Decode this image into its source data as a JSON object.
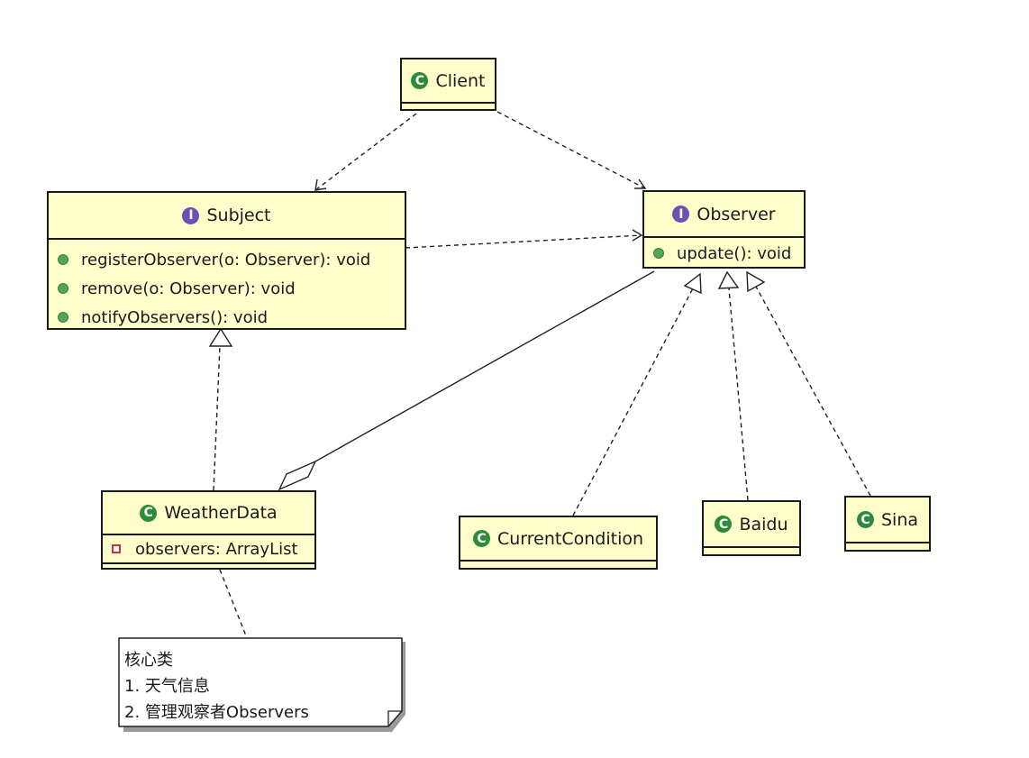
{
  "classes": {
    "client": {
      "name": "Client",
      "kind": "class"
    },
    "subject": {
      "name": "Subject",
      "kind": "interface",
      "methods": [
        "registerObserver(o: Observer): void",
        "remove(o: Observer): void",
        "notifyObservers(): void"
      ]
    },
    "observer": {
      "name": "Observer",
      "kind": "interface",
      "methods": [
        "update(): void"
      ]
    },
    "weatherdata": {
      "name": "WeatherData",
      "kind": "class",
      "attributes": [
        "observers: ArrayList"
      ]
    },
    "currentcondition": {
      "name": "CurrentCondition",
      "kind": "class"
    },
    "baidu": {
      "name": "Baidu",
      "kind": "class"
    },
    "sina": {
      "name": "Sina",
      "kind": "class"
    }
  },
  "note": {
    "lines": [
      "核心类",
      "1. 天气信息",
      "2. 管理观察者Observers"
    ]
  },
  "icons": {
    "class_badge": "C",
    "interface_badge": "I",
    "class_color": "#2e8b3c",
    "interface_color": "#6a50b4",
    "fill": "#ffffcc"
  },
  "relations": [
    {
      "from": "Client",
      "to": "Subject",
      "type": "dependency"
    },
    {
      "from": "Client",
      "to": "Observer",
      "type": "dependency"
    },
    {
      "from": "Subject",
      "to": "Observer",
      "type": "dependency"
    },
    {
      "from": "WeatherData",
      "to": "Subject",
      "type": "realization"
    },
    {
      "from": "WeatherData",
      "to": "Observer",
      "type": "aggregation"
    },
    {
      "from": "CurrentCondition",
      "to": "Observer",
      "type": "realization"
    },
    {
      "from": "Baidu",
      "to": "Observer",
      "type": "realization"
    },
    {
      "from": "Sina",
      "to": "Observer",
      "type": "realization"
    }
  ]
}
